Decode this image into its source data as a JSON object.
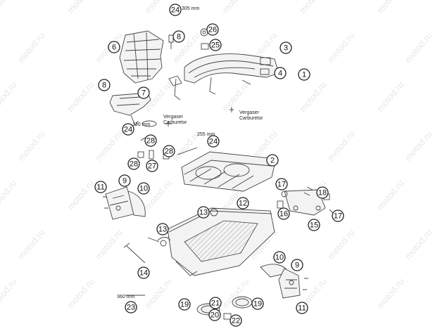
{
  "watermark": "motod.ru",
  "callouts": [
    {
      "n": "24"
    },
    {
      "n": "8"
    },
    {
      "n": "26"
    },
    {
      "n": "6"
    },
    {
      "n": "25"
    },
    {
      "n": "3"
    },
    {
      "n": "4"
    },
    {
      "n": "1"
    },
    {
      "n": "8"
    },
    {
      "n": "7"
    },
    {
      "n": "24"
    },
    {
      "n": "28"
    },
    {
      "n": "24"
    },
    {
      "n": "28"
    },
    {
      "n": "28"
    },
    {
      "n": "27"
    },
    {
      "n": "2"
    },
    {
      "n": "9"
    },
    {
      "n": "11"
    },
    {
      "n": "10"
    },
    {
      "n": "17"
    },
    {
      "n": "18"
    },
    {
      "n": "12"
    },
    {
      "n": "13"
    },
    {
      "n": "16"
    },
    {
      "n": "17"
    },
    {
      "n": "15"
    },
    {
      "n": "13"
    },
    {
      "n": "14"
    },
    {
      "n": "10"
    },
    {
      "n": "9"
    },
    {
      "n": "23"
    },
    {
      "n": "21"
    },
    {
      "n": "19"
    },
    {
      "n": "20"
    },
    {
      "n": "19"
    },
    {
      "n": "11"
    },
    {
      "n": "22"
    }
  ],
  "labels": {
    "len_305": "305 mm",
    "len_130": "130 mm",
    "len_255": "255 mm",
    "len_360": "360 mm",
    "carb_de_1": "Vergaser",
    "carb_en_1": "Carburetor",
    "carb_de_2": "Vergaser",
    "carb_en_2": "Carburetor"
  }
}
